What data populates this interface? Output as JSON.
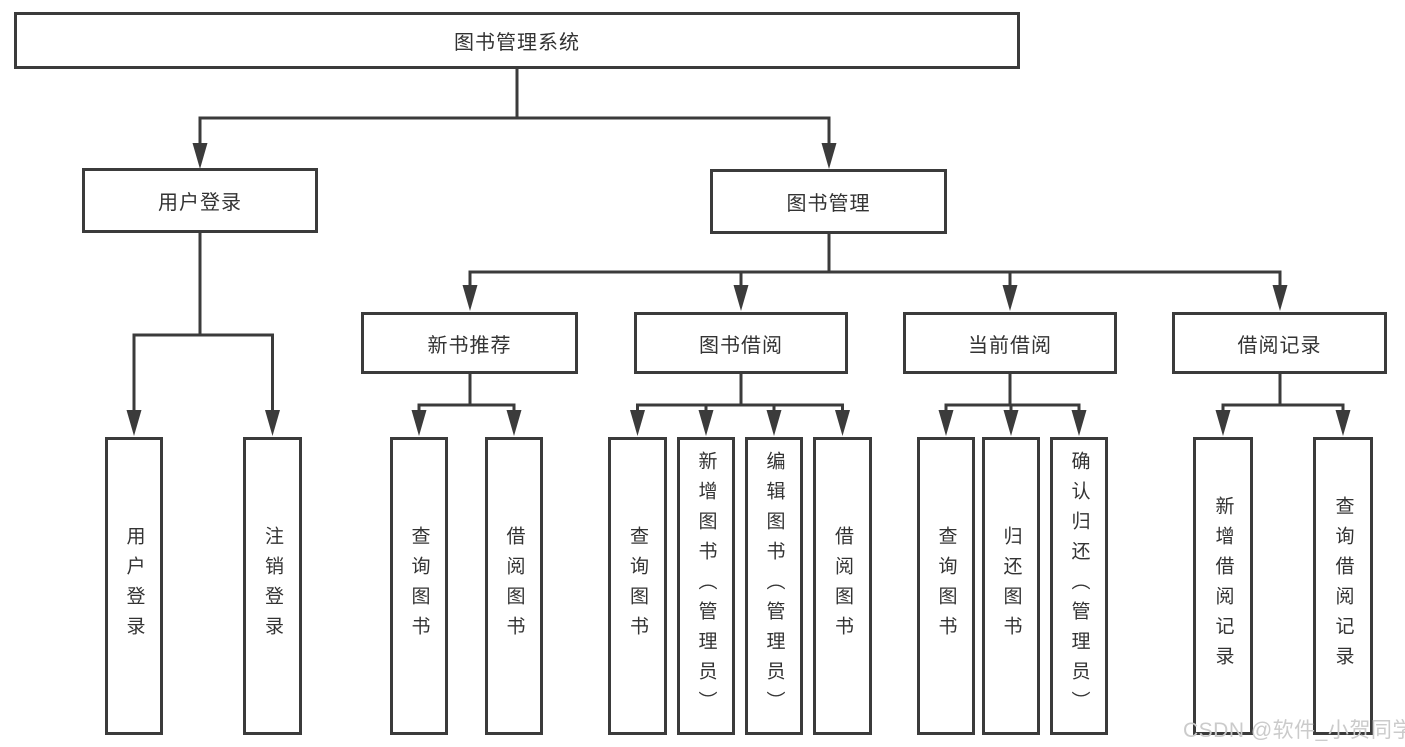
{
  "diagram_type": "tree",
  "tree": {
    "label": "图书管理系统",
    "children": [
      {
        "label": "用户登录",
        "children": [
          {
            "label": "用户登录"
          },
          {
            "label": "注销登录"
          }
        ]
      },
      {
        "label": "图书管理",
        "children": [
          {
            "label": "新书推荐",
            "children": [
              {
                "label": "查询图书"
              },
              {
                "label": "借阅图书"
              }
            ]
          },
          {
            "label": "图书借阅",
            "children": [
              {
                "label": "查询图书"
              },
              {
                "label": "新增图书（管理员）"
              },
              {
                "label": "编辑图书（管理员）"
              },
              {
                "label": "借阅图书"
              }
            ]
          },
          {
            "label": "当前借阅",
            "children": [
              {
                "label": "查询图书"
              },
              {
                "label": "归还图书"
              },
              {
                "label": "确认归还（管理员）"
              }
            ]
          },
          {
            "label": "借阅记录",
            "children": [
              {
                "label": "新增借阅记录"
              },
              {
                "label": "查询借阅记录"
              }
            ]
          }
        ]
      }
    ]
  },
  "watermark": "CSDN @软件_小贺同学",
  "colors": {
    "line": "#3b3b3b",
    "text": "#333333",
    "watermark": "#cbcbcb",
    "background": "#ffffff"
  }
}
